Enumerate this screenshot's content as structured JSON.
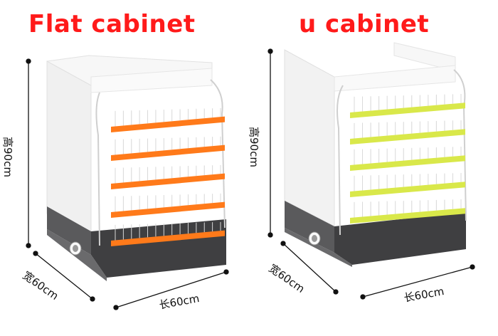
{
  "titles": {
    "left": "Flat cabinet",
    "right": "u cabinet"
  },
  "dimensions": {
    "left": {
      "height": "高90cm",
      "width": "宽60cm",
      "length": "长60cm"
    },
    "right": {
      "height": "高90cm",
      "width": "宽60cm",
      "length": "长60cm"
    }
  },
  "colors": {
    "title": "#ff1a1a",
    "left_shelf_rail": "#ff7a1a",
    "right_shelf_rail": "#d9e84a",
    "base": "#4a4a4c",
    "body": "#f4f4f4"
  }
}
